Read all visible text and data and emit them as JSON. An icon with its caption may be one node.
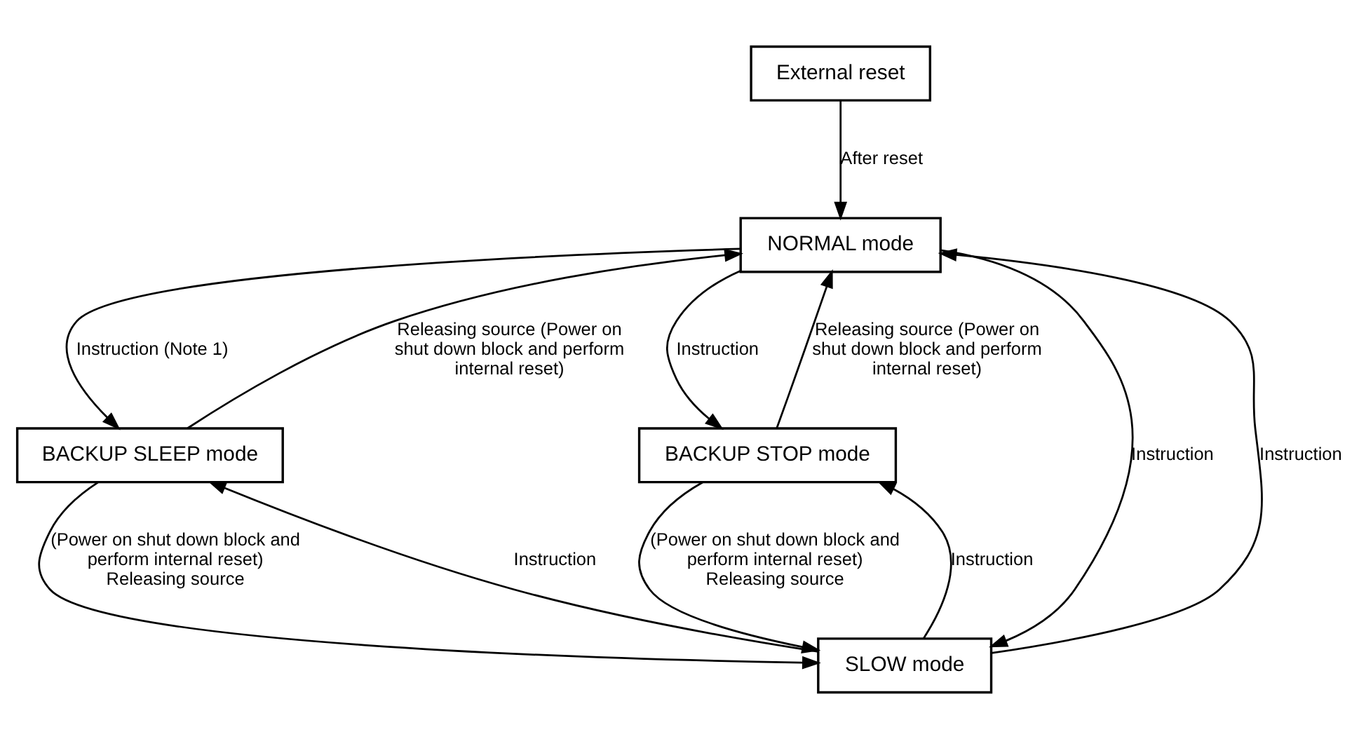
{
  "diagram": {
    "nodes": [
      {
        "text": [
          "External reset"
        ]
      },
      {
        "text": [
          "NORMAL mode"
        ]
      },
      {
        "text": [
          "BACKUP SLEEP mode"
        ]
      },
      {
        "text": [
          "BACKUP STOP mode"
        ]
      },
      {
        "text": [
          "SLOW mode"
        ]
      }
    ],
    "edges": [
      {
        "from": 0,
        "to": 1,
        "arrow": "to",
        "label": "After reset"
      },
      {
        "from": 2,
        "to": 1,
        "arrow": "to",
        "label": "Releasing source (Power on shut down block and perform internal reset)"
      },
      {
        "from": 1,
        "to": 2,
        "arrow": "to",
        "label": "Instruction (Note 1)"
      },
      {
        "from": 1,
        "to": 4,
        "arrow": "to",
        "label": "Instruction"
      },
      {
        "from": 4,
        "to": 1,
        "arrow": "to",
        "label": "Instruction"
      },
      {
        "from": 1,
        "to": 3,
        "arrow": "to",
        "label": "Instruction"
      },
      {
        "from": 3,
        "to": 1,
        "arrow": "to",
        "label": "Releasing source (Power on shut down block and perform internal reset)"
      },
      {
        "from": 4,
        "to": 2,
        "arrow": "to",
        "label": "Instruction"
      },
      {
        "from": 2,
        "to": 4,
        "arrow": "to",
        "label": "(Power on shut down block and perform internal reset) Releasing source"
      },
      {
        "from": 4,
        "to": 3,
        "arrow": "to",
        "label": "Instruction"
      },
      {
        "from": 3,
        "to": 4,
        "arrow": "to",
        "label": "(Power on shut down block and perform internal reset) Releasing source"
      }
    ]
  }
}
